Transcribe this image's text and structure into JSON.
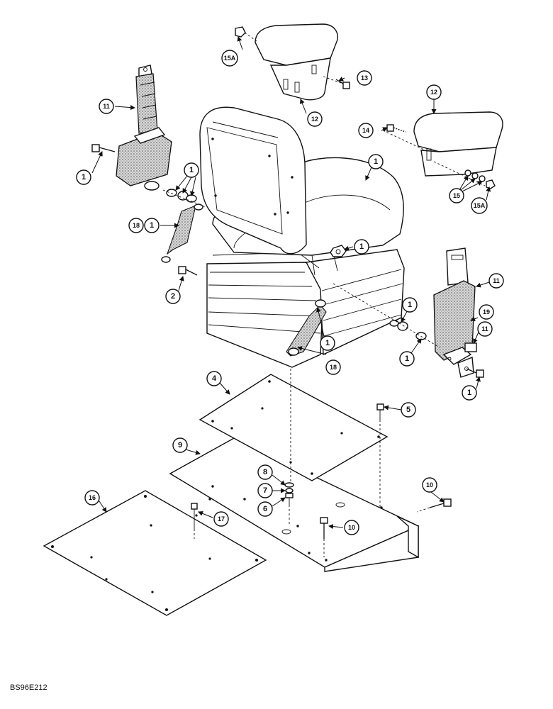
{
  "figure_code": "BS96E212",
  "callouts": [
    {
      "id": "c-1-a",
      "label": "1"
    },
    {
      "id": "c-1-b",
      "label": "1"
    },
    {
      "id": "c-1-c",
      "label": "1"
    },
    {
      "id": "c-1-d",
      "label": "1"
    },
    {
      "id": "c-1-e",
      "label": "1"
    },
    {
      "id": "c-1-f",
      "label": "1"
    },
    {
      "id": "c-1-g",
      "label": "1"
    },
    {
      "id": "c-1-h",
      "label": "1"
    },
    {
      "id": "c-1-i",
      "label": "1"
    },
    {
      "id": "c-2",
      "label": "2"
    },
    {
      "id": "c-4",
      "label": "4"
    },
    {
      "id": "c-5",
      "label": "5"
    },
    {
      "id": "c-6",
      "label": "6"
    },
    {
      "id": "c-7",
      "label": "7"
    },
    {
      "id": "c-8",
      "label": "8"
    },
    {
      "id": "c-9",
      "label": "9"
    },
    {
      "id": "c-10-a",
      "label": "10"
    },
    {
      "id": "c-10-b",
      "label": "10"
    },
    {
      "id": "c-11-a",
      "label": "11"
    },
    {
      "id": "c-11-b",
      "label": "11"
    },
    {
      "id": "c-11-c",
      "label": "11"
    },
    {
      "id": "c-12-a",
      "label": "12"
    },
    {
      "id": "c-12-b",
      "label": "12"
    },
    {
      "id": "c-13",
      "label": "13"
    },
    {
      "id": "c-14",
      "label": "14"
    },
    {
      "id": "c-15",
      "label": "15"
    },
    {
      "id": "c-15a-a",
      "label": "15A"
    },
    {
      "id": "c-15a-b",
      "label": "15A"
    },
    {
      "id": "c-16",
      "label": "16"
    },
    {
      "id": "c-17",
      "label": "17"
    },
    {
      "id": "c-18-a",
      "label": "18"
    },
    {
      "id": "c-18-b",
      "label": "18"
    },
    {
      "id": "c-19",
      "label": "19"
    }
  ]
}
